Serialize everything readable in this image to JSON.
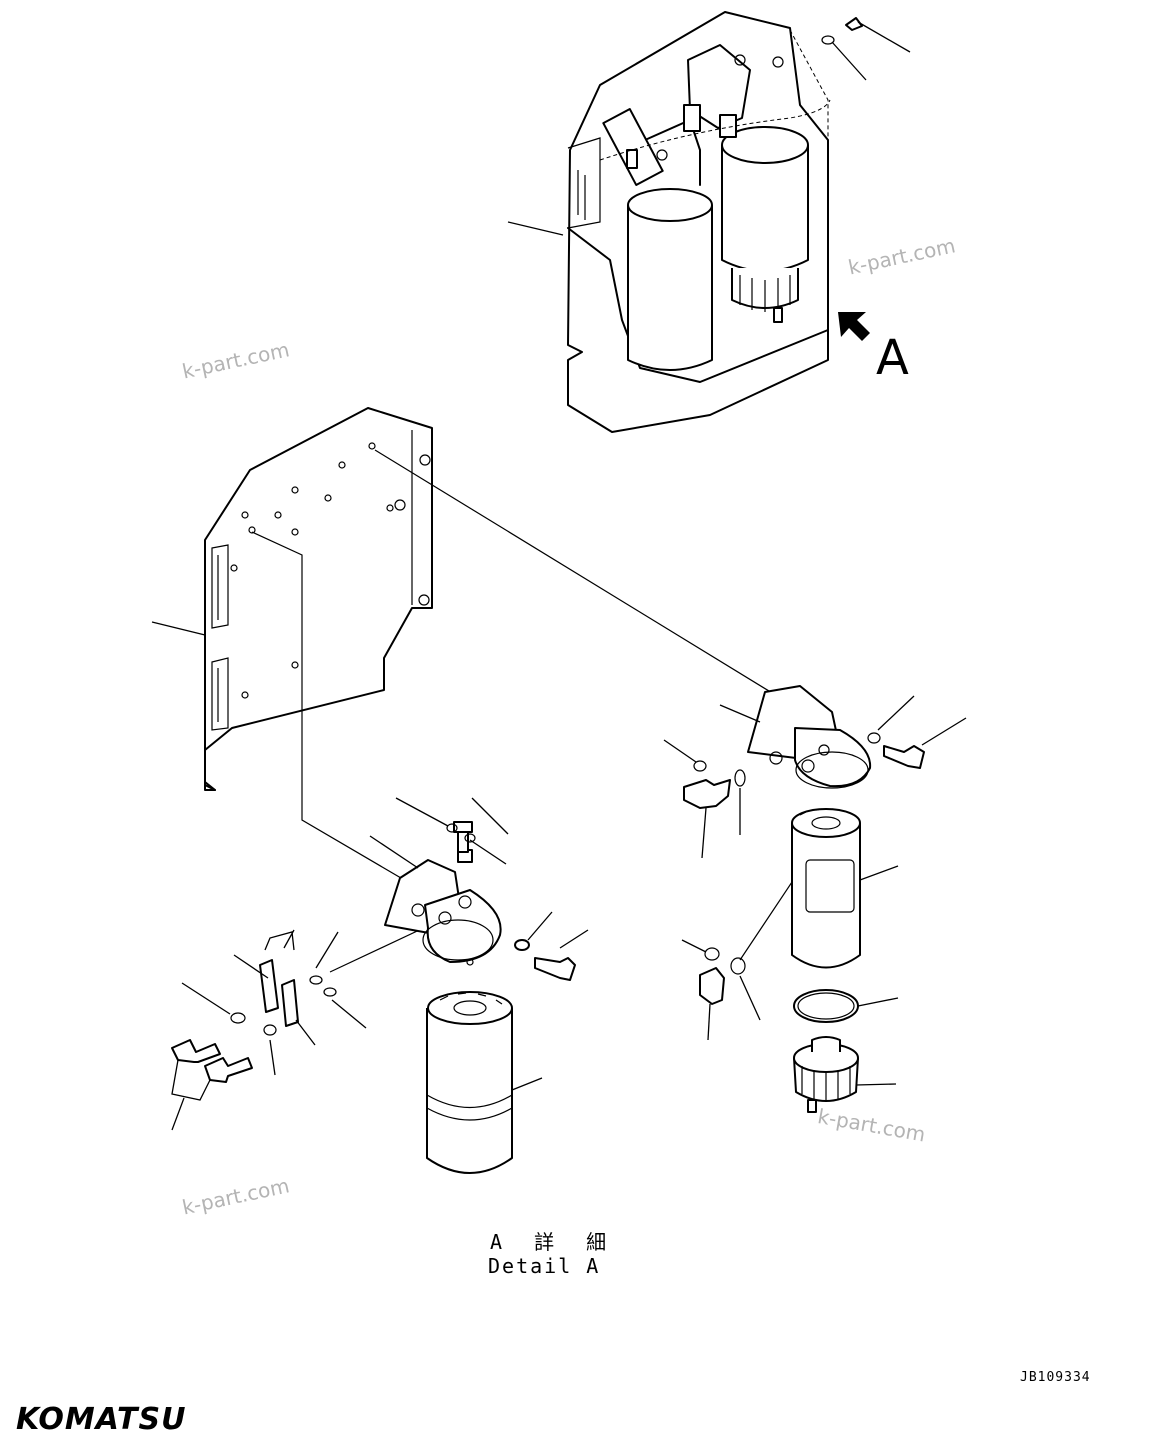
{
  "view_label": "A",
  "detail_caption_jp": "A 詳 細",
  "detail_caption_en": "Detail A",
  "drawing_number": "JB109334",
  "brand": "KOMATSU",
  "watermark_text": "k-part.com",
  "colors": {
    "line": "#000000",
    "background": "#ffffff",
    "watermark": "#b4b4b4"
  }
}
